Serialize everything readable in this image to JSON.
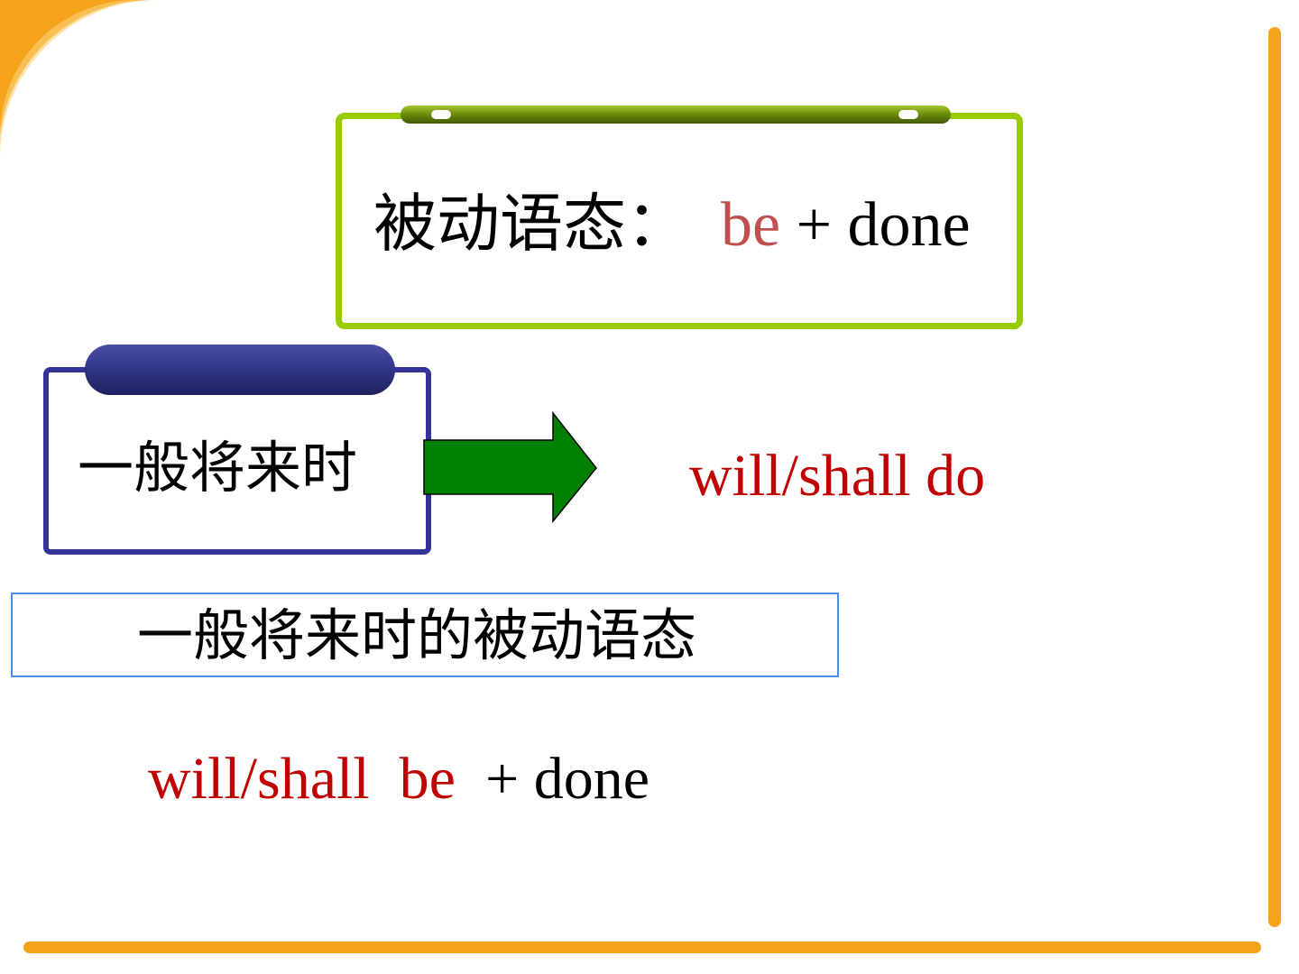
{
  "colors": {
    "accent_orange": "#f5a31a",
    "green_frame": "#99cc00",
    "navy_frame": "#333399",
    "arrow_green": "#008000",
    "blue_frame": "#4a90e2",
    "red_text": "#c00000",
    "red_be": "#c0504d"
  },
  "formula_box": {
    "label": "被动语态：",
    "be": "be",
    "rest": " + done"
  },
  "tense_box": {
    "label": "一般将来时"
  },
  "arrow_icon": "right-arrow-icon",
  "active_form": "will/shall  do",
  "passive_title": "一般将来时的被动语态",
  "passive_formula": {
    "aux": "will/shall  be",
    "rest": "  + done"
  }
}
